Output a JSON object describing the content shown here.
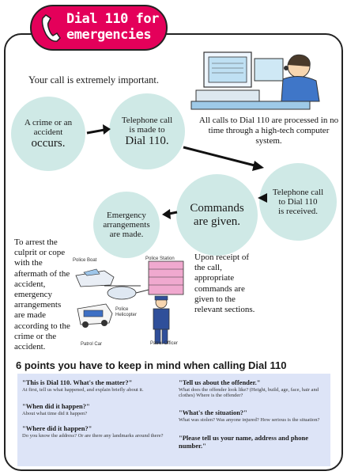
{
  "title": {
    "line1": "Dial 110 for",
    "line2": "emergencies"
  },
  "subtitle": "Your call is extremely important.",
  "flow": {
    "step1": {
      "line1": "A crime or an",
      "line2": "accident",
      "line3": "occurs."
    },
    "step2": {
      "line1": "Telephone call",
      "line2": "is made to",
      "line3": "Dial 110."
    },
    "step3": {
      "line1": "Telephone call",
      "line2": "to Dial 110",
      "line3": "is received."
    },
    "step4": {
      "line1": "Commands",
      "line2": "are given."
    },
    "step5": {
      "line1": "Emergency",
      "line2": "arrangements",
      "line3": "are made."
    }
  },
  "notes": {
    "computer": "All calls to Dial 110 are processed in no time through a high-tech computer system.",
    "arrangements": "To arrest the culprit or cope with the aftermath of the accident, emergency arrangements are made according to the crime or the accident.",
    "receipt": "Upon receipt of the call, appropriate commands are given to the relevant sections."
  },
  "illustration_labels": {
    "boat": "Police Boat",
    "station": "Police Station",
    "helicopter": "Police Helicopter",
    "car": "Patrol Car",
    "officer": "Patrol Officer"
  },
  "points_title": "6 points you have to keep in mind when calling Dial 110",
  "points": [
    {
      "heading": "\"This is Dial 110. What's the matter?\"",
      "detail": "At first, tell us what happened, and explain briefly about it."
    },
    {
      "heading": "\"When did it happen?\"",
      "detail": "About what time did it happen?"
    },
    {
      "heading": "\"Where did it happen?\"",
      "detail": "Do you know the address? Or are there any landmarks around there?"
    },
    {
      "heading": "\"Tell us about the offender.\"",
      "detail": "What does the offender look like? (Height, build, age, face, hair and clothes) Where is the offender?"
    },
    {
      "heading": "\"What's the situation?\"",
      "detail": "What was stolen? Was anyone injured? How serious is the situation?"
    },
    {
      "heading": "\"Please tell us your name, address and phone number.\"",
      "detail": ""
    }
  ],
  "colors": {
    "title_pill": "#e4005a",
    "circle": "#cfe9e6",
    "points_box": "#dde4f7"
  }
}
